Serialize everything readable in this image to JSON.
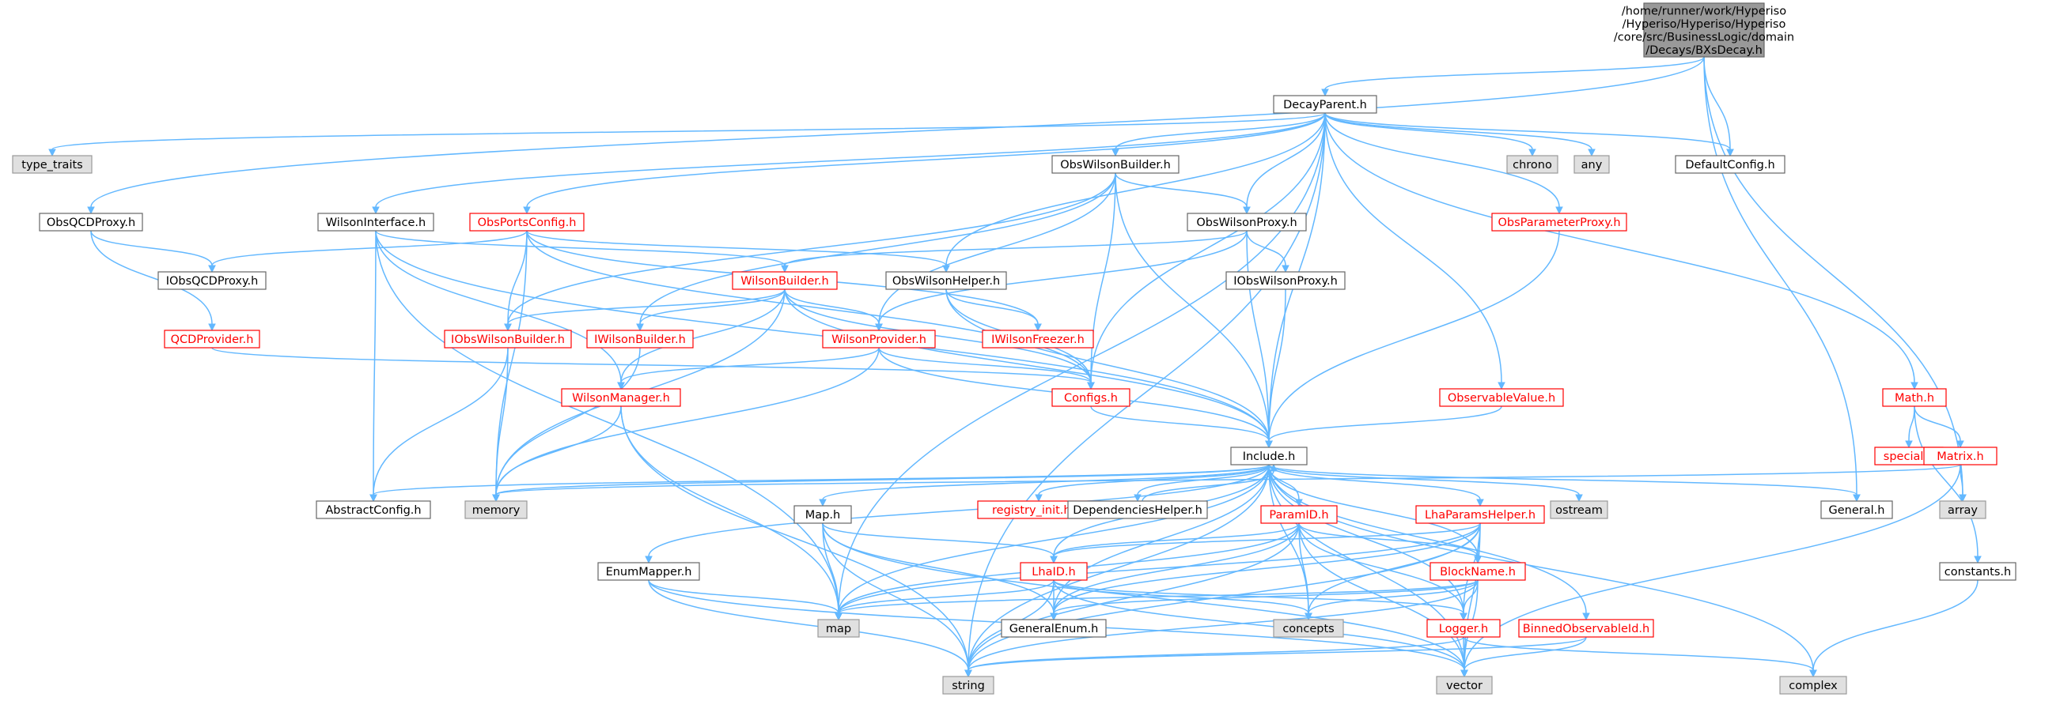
{
  "graph": {
    "root": "/home/runner/work/Hyperiso/Hyperiso/Hyperiso/core/src/BusinessLogic/domain/Decays/BXsDecay.h",
    "nodes": [
      {
        "id": "root",
        "label": [
          "/home/runner/work/Hyperiso",
          "/Hyperiso/Hyperiso/Hyperiso",
          "/core/src/BusinessLogic/domain",
          "/Decays/BXsDecay.h"
        ],
        "kind": "root"
      },
      {
        "id": "DecayParent",
        "label": [
          "DecayParent.h"
        ],
        "kind": "plain"
      },
      {
        "id": "type_traits",
        "label": [
          "type_traits"
        ],
        "kind": "system"
      },
      {
        "id": "ObsQCDProxy",
        "label": [
          "ObsQCDProxy.h"
        ],
        "kind": "plain"
      },
      {
        "id": "ObsWilsonBuilder",
        "label": [
          "ObsWilsonBuilder.h"
        ],
        "kind": "plain"
      },
      {
        "id": "chrono",
        "label": [
          "chrono"
        ],
        "kind": "system"
      },
      {
        "id": "any",
        "label": [
          "any"
        ],
        "kind": "system"
      },
      {
        "id": "DefaultConfig",
        "label": [
          "DefaultConfig.h"
        ],
        "kind": "plain"
      },
      {
        "id": "WilsonInterface",
        "label": [
          "WilsonInterface.h"
        ],
        "kind": "plain"
      },
      {
        "id": "ObsPortsConfig",
        "label": [
          "ObsPortsConfig.h"
        ],
        "kind": "red"
      },
      {
        "id": "ObsWilsonProxy",
        "label": [
          "ObsWilsonProxy.h"
        ],
        "kind": "plain"
      },
      {
        "id": "ObsParameterProxy",
        "label": [
          "ObsParameterProxy.h"
        ],
        "kind": "red"
      },
      {
        "id": "IObsQCDProxy",
        "label": [
          "IObsQCDProxy.h"
        ],
        "kind": "plain"
      },
      {
        "id": "WilsonBuilder",
        "label": [
          "WilsonBuilder.h"
        ],
        "kind": "red"
      },
      {
        "id": "ObsWilsonHelper",
        "label": [
          "ObsWilsonHelper.h"
        ],
        "kind": "plain"
      },
      {
        "id": "IObsWilsonProxy",
        "label": [
          "IObsWilsonProxy.h"
        ],
        "kind": "plain"
      },
      {
        "id": "QCDProvider",
        "label": [
          "QCDProvider.h"
        ],
        "kind": "red"
      },
      {
        "id": "IObsWilsonBuilder",
        "label": [
          "IObsWilsonBuilder.h"
        ],
        "kind": "red"
      },
      {
        "id": "IWilsonBuilder",
        "label": [
          "IWilsonBuilder.h"
        ],
        "kind": "red"
      },
      {
        "id": "WilsonProvider",
        "label": [
          "WilsonProvider.h"
        ],
        "kind": "red"
      },
      {
        "id": "IWilsonFreezer",
        "label": [
          "IWilsonFreezer.h"
        ],
        "kind": "red"
      },
      {
        "id": "Math",
        "label": [
          "Math.h"
        ],
        "kind": "red"
      },
      {
        "id": "WilsonManager",
        "label": [
          "WilsonManager.h"
        ],
        "kind": "red"
      },
      {
        "id": "Configs",
        "label": [
          "Configs.h"
        ],
        "kind": "red"
      },
      {
        "id": "ObservableValue",
        "label": [
          "ObservableValue.h"
        ],
        "kind": "red"
      },
      {
        "id": "special",
        "label": [
          "special.h"
        ],
        "kind": "red"
      },
      {
        "id": "Matrix",
        "label": [
          "Matrix.h"
        ],
        "kind": "red"
      },
      {
        "id": "Include",
        "label": [
          "Include.h"
        ],
        "kind": "plain"
      },
      {
        "id": "AbstractConfig",
        "label": [
          "AbstractConfig.h"
        ],
        "kind": "plain"
      },
      {
        "id": "memory",
        "label": [
          "memory"
        ],
        "kind": "system"
      },
      {
        "id": "Map",
        "label": [
          "Map.h"
        ],
        "kind": "plain"
      },
      {
        "id": "registry_init",
        "label": [
          "registry_init.hpp"
        ],
        "kind": "red"
      },
      {
        "id": "DependenciesHelper",
        "label": [
          "DependenciesHelper.h"
        ],
        "kind": "plain"
      },
      {
        "id": "ParamID",
        "label": [
          "ParamID.h"
        ],
        "kind": "red"
      },
      {
        "id": "LhaParamsHelper",
        "label": [
          "LhaParamsHelper.h"
        ],
        "kind": "red"
      },
      {
        "id": "ostream",
        "label": [
          "ostream"
        ],
        "kind": "system"
      },
      {
        "id": "General",
        "label": [
          "General.h"
        ],
        "kind": "plain"
      },
      {
        "id": "array",
        "label": [
          "array"
        ],
        "kind": "system"
      },
      {
        "id": "EnumMapper",
        "label": [
          "EnumMapper.h"
        ],
        "kind": "plain"
      },
      {
        "id": "LhaID",
        "label": [
          "LhaID.h"
        ],
        "kind": "red"
      },
      {
        "id": "BlockName",
        "label": [
          "BlockName.h"
        ],
        "kind": "red"
      },
      {
        "id": "constants",
        "label": [
          "constants.h"
        ],
        "kind": "plain"
      },
      {
        "id": "map",
        "label": [
          "map"
        ],
        "kind": "system"
      },
      {
        "id": "GeneralEnum",
        "label": [
          "GeneralEnum.h"
        ],
        "kind": "plain"
      },
      {
        "id": "concepts",
        "label": [
          "concepts"
        ],
        "kind": "system"
      },
      {
        "id": "Logger",
        "label": [
          "Logger.h"
        ],
        "kind": "red"
      },
      {
        "id": "BinnedObservableId",
        "label": [
          "BinnedObservableId.h"
        ],
        "kind": "red"
      },
      {
        "id": "string",
        "label": [
          "string"
        ],
        "kind": "system"
      },
      {
        "id": "vector",
        "label": [
          "vector"
        ],
        "kind": "system"
      },
      {
        "id": "complex",
        "label": [
          "complex"
        ],
        "kind": "system"
      }
    ],
    "edges": [
      [
        "root",
        "DecayParent"
      ],
      [
        "root",
        "ObsQCDProxy"
      ],
      [
        "root",
        "DefaultConfig"
      ],
      [
        "root",
        "General"
      ],
      [
        "root",
        "array"
      ],
      [
        "DecayParent",
        "type_traits"
      ],
      [
        "DecayParent",
        "ObsWilsonBuilder"
      ],
      [
        "DecayParent",
        "chrono"
      ],
      [
        "DecayParent",
        "any"
      ],
      [
        "DecayParent",
        "DefaultConfig"
      ],
      [
        "DecayParent",
        "WilsonInterface"
      ],
      [
        "DecayParent",
        "ObsPortsConfig"
      ],
      [
        "DecayParent",
        "ObsWilsonProxy"
      ],
      [
        "DecayParent",
        "ObsParameterProxy"
      ],
      [
        "DecayParent",
        "ObsWilsonHelper"
      ],
      [
        "DecayParent",
        "Configs"
      ],
      [
        "DecayParent",
        "Include"
      ],
      [
        "DecayParent",
        "ObservableValue"
      ],
      [
        "DecayParent",
        "Math"
      ],
      [
        "DecayParent",
        "map"
      ],
      [
        "DecayParent",
        "string"
      ],
      [
        "ObsQCDProxy",
        "IObsQCDProxy"
      ],
      [
        "ObsQCDProxy",
        "QCDProvider"
      ],
      [
        "ObsWilsonBuilder",
        "ObsWilsonProxy"
      ],
      [
        "ObsWilsonBuilder",
        "IObsWilsonBuilder"
      ],
      [
        "ObsWilsonBuilder",
        "IWilsonBuilder"
      ],
      [
        "ObsWilsonBuilder",
        "WilsonProvider"
      ],
      [
        "ObsWilsonBuilder",
        "Configs"
      ],
      [
        "ObsWilsonBuilder",
        "Include"
      ],
      [
        "WilsonInterface",
        "WilsonBuilder"
      ],
      [
        "WilsonInterface",
        "WilsonManager"
      ],
      [
        "WilsonInterface",
        "AbstractConfig"
      ],
      [
        "WilsonInterface",
        "map"
      ],
      [
        "WilsonInterface",
        "Include"
      ],
      [
        "ObsPortsConfig",
        "IObsQCDProxy"
      ],
      [
        "ObsPortsConfig",
        "ObsWilsonHelper"
      ],
      [
        "ObsPortsConfig",
        "IObsWilsonBuilder"
      ],
      [
        "ObsPortsConfig",
        "IWilsonFreezer"
      ],
      [
        "ObsPortsConfig",
        "Configs"
      ],
      [
        "ObsPortsConfig",
        "memory"
      ],
      [
        "ObsWilsonProxy",
        "WilsonBuilder"
      ],
      [
        "ObsWilsonProxy",
        "IObsWilsonProxy"
      ],
      [
        "ObsWilsonProxy",
        "WilsonProvider"
      ],
      [
        "ObsWilsonProxy",
        "Include"
      ],
      [
        "ObsParameterProxy",
        "Include"
      ],
      [
        "WilsonBuilder",
        "IObsWilsonBuilder"
      ],
      [
        "WilsonBuilder",
        "IWilsonBuilder"
      ],
      [
        "WilsonBuilder",
        "WilsonProvider"
      ],
      [
        "WilsonBuilder",
        "WilsonManager"
      ],
      [
        "WilsonBuilder",
        "Configs"
      ],
      [
        "WilsonBuilder",
        "Include"
      ],
      [
        "WilsonBuilder",
        "memory"
      ],
      [
        "ObsWilsonHelper",
        "IWilsonFreezer"
      ],
      [
        "ObsWilsonHelper",
        "Configs"
      ],
      [
        "ObsWilsonHelper",
        "Include"
      ],
      [
        "IObsWilsonProxy",
        "Include"
      ],
      [
        "QCDProvider",
        "Configs"
      ],
      [
        "IObsWilsonBuilder",
        "AbstractConfig"
      ],
      [
        "IObsWilsonBuilder",
        "memory"
      ],
      [
        "IWilsonBuilder",
        "memory"
      ],
      [
        "WilsonProvider",
        "WilsonManager"
      ],
      [
        "WilsonProvider",
        "Configs"
      ],
      [
        "WilsonProvider",
        "Include"
      ],
      [
        "WilsonProvider",
        "memory"
      ],
      [
        "WilsonManager",
        "memory"
      ],
      [
        "WilsonManager",
        "map"
      ],
      [
        "WilsonManager",
        "string"
      ],
      [
        "Configs",
        "Include"
      ],
      [
        "ObservableValue",
        "Include"
      ],
      [
        "Math",
        "special"
      ],
      [
        "Math",
        "Matrix"
      ],
      [
        "Math",
        "constants"
      ],
      [
        "Matrix",
        "array"
      ],
      [
        "Matrix",
        "vector"
      ],
      [
        "Matrix",
        "memory"
      ],
      [
        "Include",
        "AbstractConfig"
      ],
      [
        "Include",
        "memory"
      ],
      [
        "Include",
        "Map"
      ],
      [
        "Include",
        "registry_init"
      ],
      [
        "Include",
        "DependenciesHelper"
      ],
      [
        "Include",
        "ParamID"
      ],
      [
        "Include",
        "LhaParamsHelper"
      ],
      [
        "Include",
        "ostream"
      ],
      [
        "Include",
        "General"
      ],
      [
        "Include",
        "EnumMapper"
      ],
      [
        "Include",
        "LhaID"
      ],
      [
        "Include",
        "BlockName"
      ],
      [
        "Include",
        "map"
      ],
      [
        "Include",
        "GeneralEnum"
      ],
      [
        "Include",
        "concepts"
      ],
      [
        "Include",
        "Logger"
      ],
      [
        "Include",
        "BinnedObservableId"
      ],
      [
        "Include",
        "string"
      ],
      [
        "Include",
        "vector"
      ],
      [
        "Include",
        "complex"
      ],
      [
        "DependenciesHelper",
        "Include"
      ],
      [
        "Map",
        "LhaID"
      ],
      [
        "Map",
        "map"
      ],
      [
        "Map",
        "GeneralEnum"
      ],
      [
        "Map",
        "string"
      ],
      [
        "Map",
        "vector"
      ],
      [
        "ParamID",
        "LhaID"
      ],
      [
        "ParamID",
        "BlockName"
      ],
      [
        "ParamID",
        "map"
      ],
      [
        "ParamID",
        "GeneralEnum"
      ],
      [
        "ParamID",
        "concepts"
      ],
      [
        "ParamID",
        "Logger"
      ],
      [
        "ParamID",
        "string"
      ],
      [
        "ParamID",
        "vector"
      ],
      [
        "LhaParamsHelper",
        "LhaID"
      ],
      [
        "LhaParamsHelper",
        "BlockName"
      ],
      [
        "LhaParamsHelper",
        "map"
      ],
      [
        "LhaParamsHelper",
        "GeneralEnum"
      ],
      [
        "LhaParamsHelper",
        "concepts"
      ],
      [
        "LhaParamsHelper",
        "Logger"
      ],
      [
        "LhaParamsHelper",
        "string"
      ],
      [
        "LhaParamsHelper",
        "vector"
      ],
      [
        "EnumMapper",
        "map"
      ],
      [
        "EnumMapper",
        "string"
      ],
      [
        "EnumMapper",
        "vector"
      ],
      [
        "LhaID",
        "map"
      ],
      [
        "LhaID",
        "GeneralEnum"
      ],
      [
        "LhaID",
        "concepts"
      ],
      [
        "LhaID",
        "Logger"
      ],
      [
        "LhaID",
        "string"
      ],
      [
        "LhaID",
        "vector"
      ],
      [
        "BlockName",
        "map"
      ],
      [
        "BlockName",
        "GeneralEnum"
      ],
      [
        "BlockName",
        "concepts"
      ],
      [
        "BlockName",
        "Logger"
      ],
      [
        "BlockName",
        "string"
      ],
      [
        "BlockName",
        "vector"
      ],
      [
        "Logger",
        "string"
      ],
      [
        "Logger",
        "vector"
      ],
      [
        "Logger",
        "complex"
      ],
      [
        "BinnedObservableId",
        "string"
      ],
      [
        "BinnedObservableId",
        "vector"
      ],
      [
        "constants",
        "complex"
      ]
    ]
  },
  "colors": {
    "edge": "#63b8ff",
    "root_fill": "#999999",
    "root_border": "#666666",
    "plain_fill": "#ffffff",
    "plain_border": "#666666",
    "red_fill": "#ffffff",
    "red_border": "#ff0000",
    "system_fill": "#e0e0e0",
    "system_border": "#999999",
    "text": "#000000",
    "red_text": "#ff0000"
  }
}
